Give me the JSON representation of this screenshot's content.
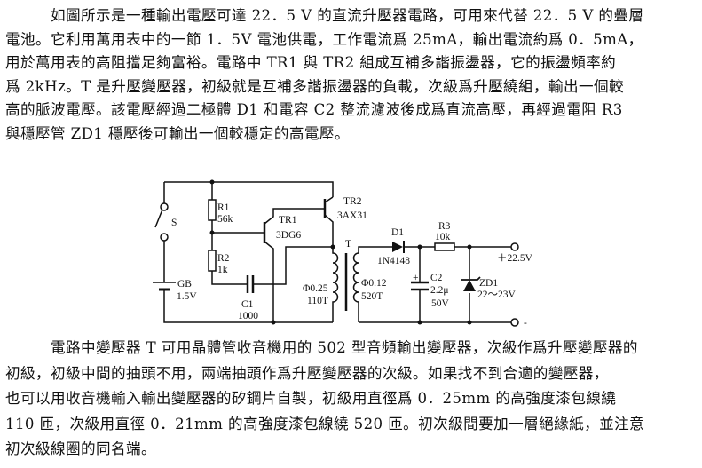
{
  "paragraph1": [
    "如圖所示是一種輸出電壓可達 22．5 V 的直流升壓器電路，可用來代替 22．5 V 的疊層",
    "電池。它利用萬用表中的一節 1．5V 電池供電，工作電流爲 25mA，輸出電流約爲 0．5mA，",
    "用於萬用表的高阻擋足夠富裕。電路中 TR1 與 TR2 組成互補多諧振盪器，它的振盪頻率約",
    "爲 2kHz。T 是升壓變壓器，初級就是互補多諧振盪器的負載，次級爲升壓繞組，輸出一個較",
    "高的脈波電壓。該電壓經過二極體 D1 和電容 C2 整流濾波後成爲直流高壓，再經過電阻 R3",
    "與穩壓管 ZD1 穩壓後可輸出一個較穩定的高電壓。"
  ],
  "circuit": {
    "switch": "S",
    "battery": "GB",
    "battery_value": "1.5V",
    "r1": "R1",
    "r1_value": "56k",
    "r2": "R2",
    "r2_value": "1k",
    "c1": "C1",
    "c1_value": "1000",
    "tr1": "TR1",
    "tr1_model": "3DG6",
    "tr2": "TR2",
    "tr2_model": "3AX31",
    "transformer": "T",
    "primary_wire": "Φ0.25",
    "primary_turns": "110T",
    "secondary_wire": "Φ0.12",
    "secondary_turns": "520T",
    "d1": "D1",
    "d1_model": "1N4148",
    "c2": "C2",
    "c2_value": "2.2μ",
    "c2_voltage": "50V",
    "c2_polarity": "+",
    "r3": "R3",
    "r3_value": "10k",
    "zd1": "ZD1",
    "zd1_value": "22～23V",
    "out_pos": "＋22.5V",
    "out_neg": "-"
  },
  "paragraph2": [
    "電路中變壓器 T 可用晶體管收音機用的 502 型音頻輸出變壓器，次級作爲升壓變壓器的",
    "初級，初級中間的抽頭不用，兩端抽頭作爲升壓變壓器的次級。如果找不到合適的變壓器，",
    "也可以用收音機輸入輸出變壓器的矽鋼片自製，初級用直徑爲 0．25mm 的高強度漆包線繞",
    "110 匝，次級用直徑 0．21mm 的高強度漆包線繞 520 匝。初次級間要加一層絕緣紙，並注意",
    "初次級線圈的同名端。"
  ]
}
